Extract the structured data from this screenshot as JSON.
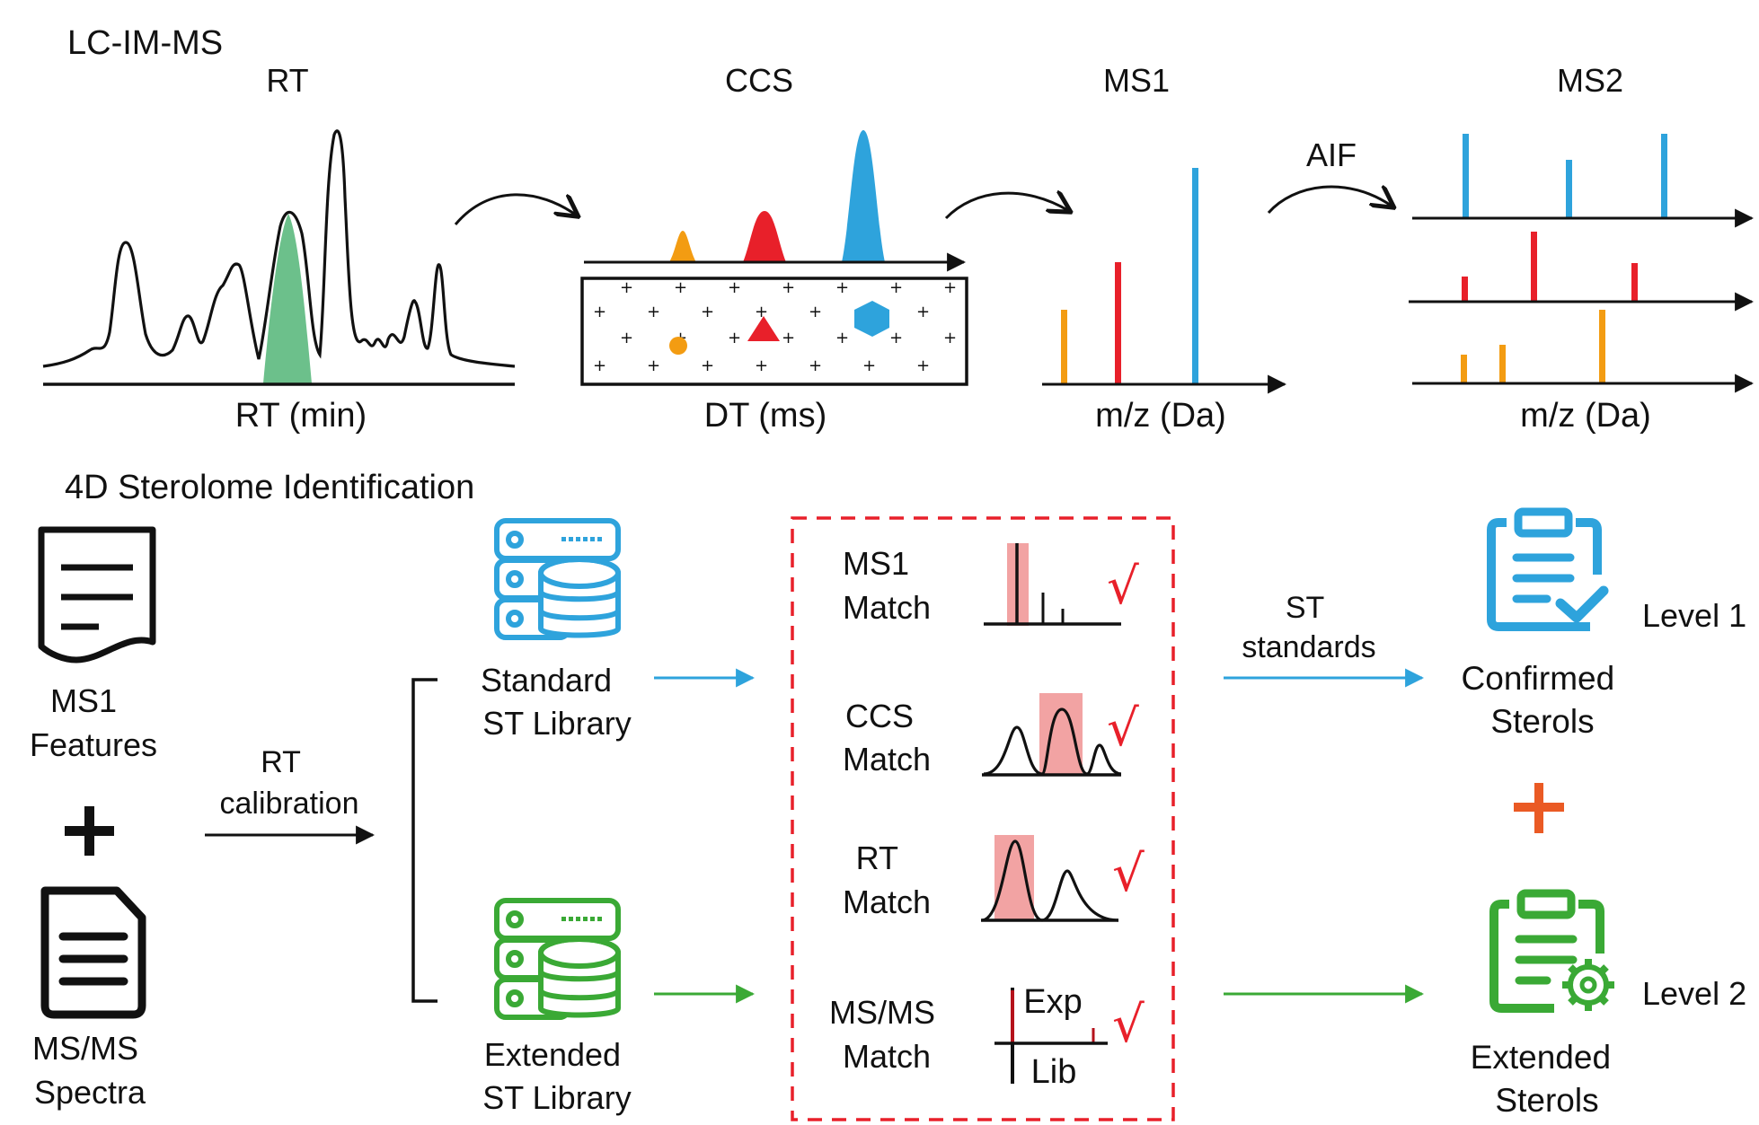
{
  "section_lcimms": {
    "title": "LC-IM-MS",
    "headers": {
      "rt": "RT",
      "ccs": "CCS",
      "ms1": "MS1",
      "ms2": "MS2"
    },
    "axis_labels": {
      "rt": "RT (min)",
      "dt": "DT (ms)",
      "ms1_mz": "m/z (Da)",
      "ms2_mz": "m/z (Da)"
    },
    "aif_label": "AIF"
  },
  "section_4d": {
    "title": "4D  Sterolome Identification",
    "inputs": {
      "ms1_features": [
        "MS1",
        "Features"
      ],
      "plus": "+",
      "msms_spectra": [
        "MS/MS",
        "Spectra"
      ]
    },
    "rt_calibration": [
      "RT",
      "calibration"
    ],
    "libraries": {
      "standard": [
        "Standard",
        "ST Library"
      ],
      "extended": [
        "Extended",
        "ST Library"
      ]
    },
    "matches": [
      [
        "MS1",
        "Match"
      ],
      [
        "CCS",
        "Match"
      ],
      [
        "RT",
        "Match"
      ],
      [
        "MS/MS",
        "Match"
      ]
    ],
    "msms_panel": {
      "exp": "Exp",
      "lib": "Lib"
    },
    "check_mark": "√",
    "st_standards": [
      "ST",
      "standards"
    ],
    "outputs": {
      "confirmed": [
        "Confirmed",
        "Sterols"
      ],
      "plus": "+",
      "extended": [
        "Extended",
        "Sterols"
      ]
    },
    "levels": {
      "level1": "Level 1",
      "level2": "Level 2"
    }
  },
  "colors": {
    "blue": "#2ea3dc",
    "red": "#e8202a",
    "orange": "#f39c12",
    "green": "#3aa935",
    "peak_green": "#6cc08b",
    "highlight_pink": "#f2a3a3",
    "plus_orange": "#ea5a24"
  }
}
